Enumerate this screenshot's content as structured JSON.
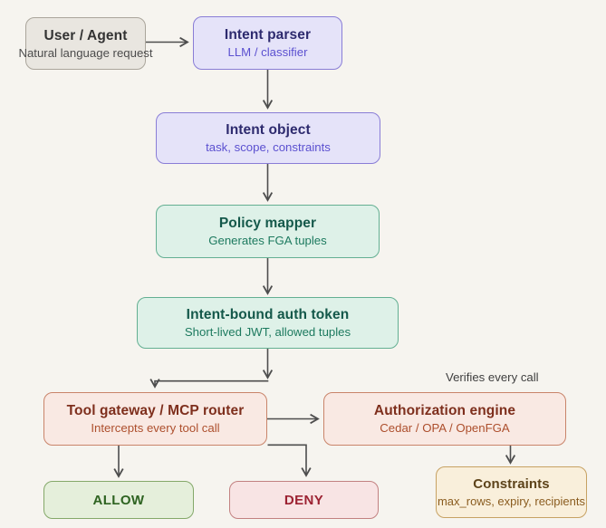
{
  "labels": {
    "verifies_every_call": "Verifies every call"
  },
  "colors": {
    "background": "#f6f4ef",
    "arrow": "#4d4d4d"
  },
  "nodes": {
    "user_agent": {
      "title": "User / Agent",
      "subtitle": "Natural language request",
      "fill": "#e9e6e0",
      "border": "#aaa59b",
      "title_color": "#333333",
      "subtitle_color": "#4c4c4c"
    },
    "intent_parser": {
      "title": "Intent parser",
      "subtitle": "LLM / classifier",
      "fill": "#e5e3f9",
      "border": "#897dd6",
      "title_color": "#2d2a6e",
      "subtitle_color": "#5b50d0"
    },
    "intent_object": {
      "title": "Intent object",
      "subtitle": "task, scope, constraints",
      "fill": "#e5e3f9",
      "border": "#897dd6",
      "title_color": "#2d2a6e",
      "subtitle_color": "#5b50d0"
    },
    "policy_mapper": {
      "title": "Policy mapper",
      "subtitle": "Generates FGA tuples",
      "fill": "#def1e8",
      "border": "#63af92",
      "title_color": "#14584a",
      "subtitle_color": "#1d7a5f"
    },
    "auth_token": {
      "title": "Intent-bound auth token",
      "subtitle": "Short-lived JWT, allowed tuples",
      "fill": "#def1e8",
      "border": "#63af92",
      "title_color": "#14584a",
      "subtitle_color": "#1d7a5f"
    },
    "tool_gateway": {
      "title": "Tool gateway / MCP router",
      "subtitle": "Intercepts every tool call",
      "fill": "#f9e9e3",
      "border": "#c9846a",
      "title_color": "#7e2f1d",
      "subtitle_color": "#ad4f2d"
    },
    "auth_engine": {
      "title": "Authorization engine",
      "subtitle": "Cedar / OPA / OpenFGA",
      "fill": "#f9e9e3",
      "border": "#c9846a",
      "title_color": "#7e2f1d",
      "subtitle_color": "#ad4f2d"
    },
    "constraints": {
      "title": "Constraints",
      "subtitle": "max_rows, expiry, recipients",
      "fill": "#f9efdb",
      "border": "#c7a263",
      "title_color": "#5d431a",
      "subtitle_color": "#8a5c1f"
    },
    "allow": {
      "title": "ALLOW",
      "fill": "#e5efdb",
      "border": "#84a869",
      "title_color": "#2e6321"
    },
    "deny": {
      "title": "DENY",
      "fill": "#f8e4e4",
      "border": "#c28181",
      "title_color": "#9c2232"
    }
  }
}
